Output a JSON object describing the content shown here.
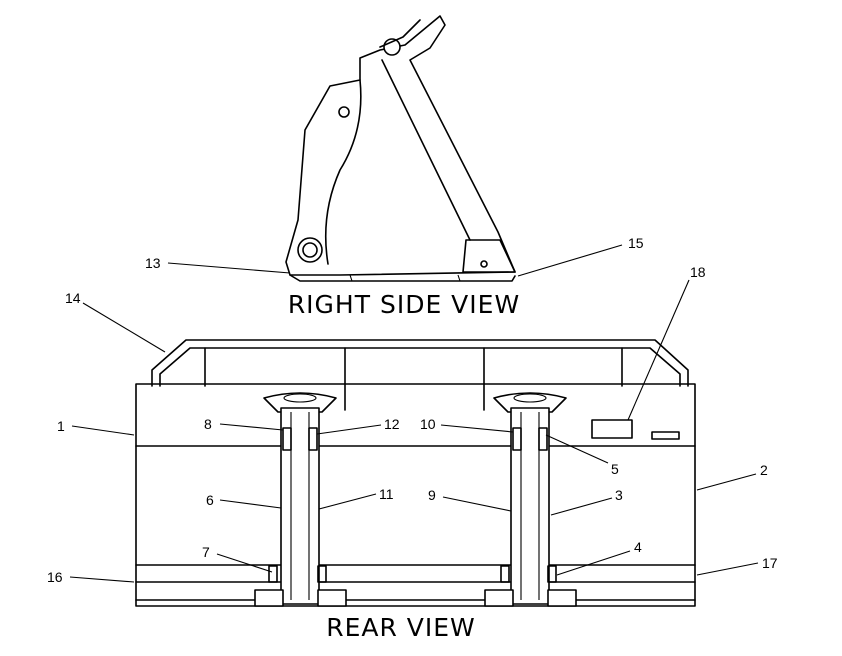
{
  "views": {
    "side_title": "RIGHT SIDE VIEW",
    "rear_title": "REAR VIEW"
  },
  "callouts": [
    "1",
    "2",
    "3",
    "4",
    "5",
    "6",
    "7",
    "8",
    "9",
    "10",
    "11",
    "12",
    "13",
    "14",
    "15",
    "16",
    "17",
    "18"
  ]
}
